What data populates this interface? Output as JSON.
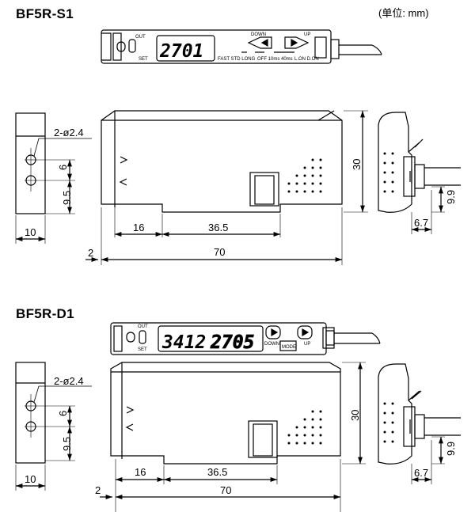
{
  "unit_label": "(单位: mm)",
  "models": [
    {
      "name": "BF5R-S1",
      "display_primary": "2701",
      "display_secondary": "",
      "panel_labels": {
        "out": "OUT",
        "set": "SET",
        "down": "DOWN",
        "up": "UP",
        "speed": "FAST STD LONG",
        "timer": "OFF 10ms 40ms",
        "mode": "L.ON D.ON"
      },
      "dims": {
        "holes": "2-ø2.4",
        "pitch": "6",
        "hole_offset": "9.5",
        "width": "10",
        "height": "30",
        "left_seg": "16",
        "mid_seg": "36.5",
        "length": "70",
        "offset": "2",
        "cable_h": "9.9",
        "cable_w": "6.7"
      }
    },
    {
      "name": "BF5R-D1",
      "display_primary": "3412",
      "display_secondary": "2705",
      "panel_labels": {
        "out": "OUT",
        "set": "SET",
        "down": "DOWN",
        "mode": "MODE",
        "up": "UP"
      },
      "dims": {
        "holes": "2-ø2.4",
        "pitch": "6",
        "hole_offset": "9.5",
        "width": "10",
        "height": "30",
        "left_seg": "16",
        "mid_seg": "36.5",
        "length": "70",
        "offset": "2",
        "cable_h": "9.9",
        "cable_w": "6.7"
      }
    }
  ]
}
